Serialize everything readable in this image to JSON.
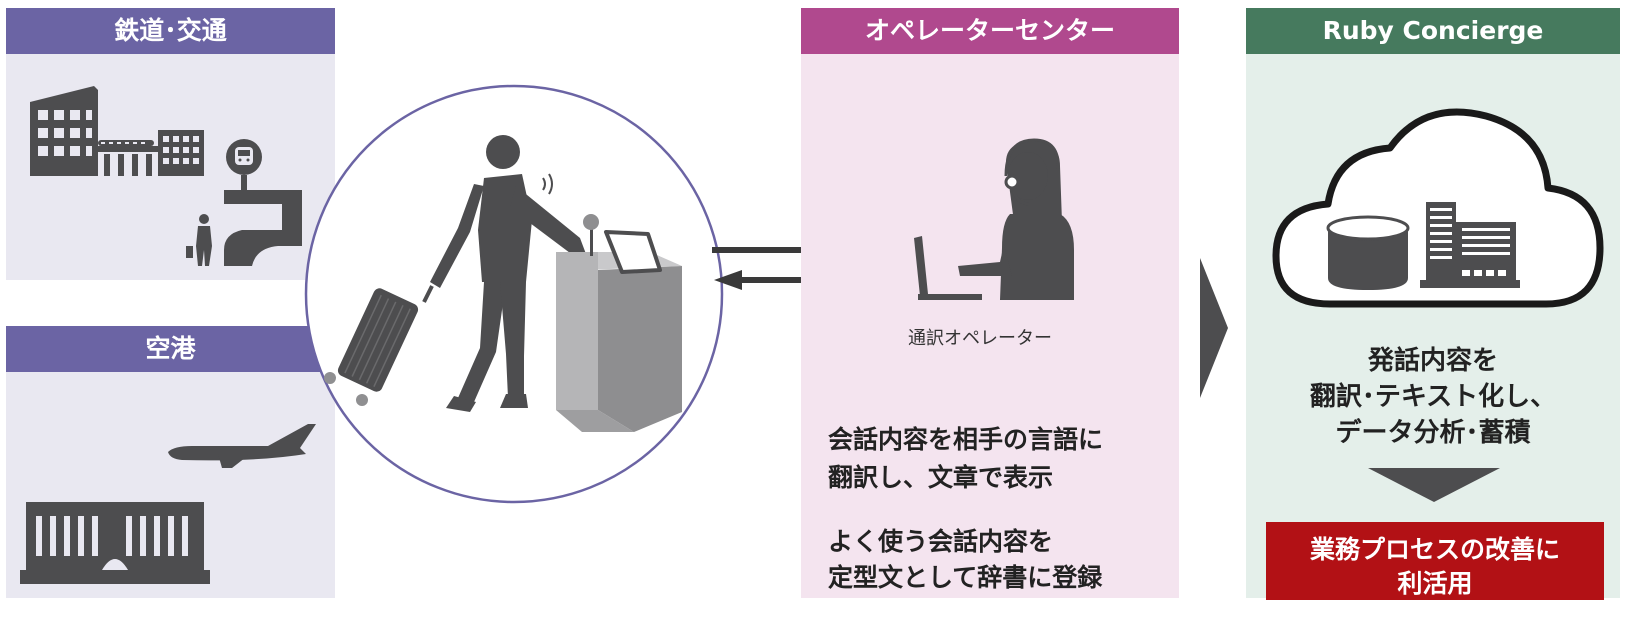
{
  "colors": {
    "purple_header": "#6B64A4",
    "purple_panel": "#E9E8F1",
    "magenta_header": "#B0498E",
    "magenta_panel": "#F4E4EF",
    "green_header": "#467A5E",
    "green_panel": "#E4EFEA",
    "icon_dark": "#4D4D4F",
    "red_box": "#B21115"
  },
  "left": {
    "railway_title": "鉄道･交通",
    "airport_title": "空港"
  },
  "center": {
    "icons": [
      "traveler-icon",
      "suitcase-icon",
      "kiosk-icon",
      "tablet-icon",
      "microphone-icon"
    ]
  },
  "operator_center": {
    "title": "オペレーターセンター",
    "operator_label": "通訳オペレーター",
    "desc1_line1": "会話内容を相手の言語に",
    "desc1_line2": "翻訳し、文章で表示",
    "desc2_line1": "よく使う会話内容を",
    "desc2_line2": "定型文として辞書に登録"
  },
  "ruby": {
    "title": "Ruby Concierge",
    "desc_line1": "発話内容を",
    "desc_line2": "翻訳･テキスト化し、",
    "desc_line3": "データ分析･蓄積",
    "result_line1": "業務プロセスの改善に",
    "result_line2": "利活用"
  }
}
